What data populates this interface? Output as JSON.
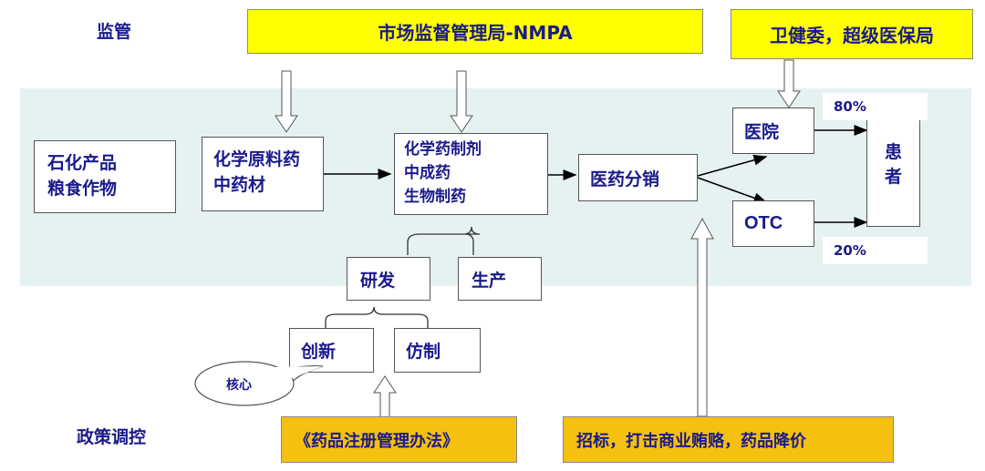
{
  "labels": {
    "regulation": "监管",
    "policy": "政策调控"
  },
  "top": {
    "nmpa": "市场监督管理局-NMPA",
    "nhc": "卫健委，超级医保局"
  },
  "flow": {
    "raw": [
      "石化产品",
      "粮食作物"
    ],
    "api": [
      "化学原料药",
      "中药材"
    ],
    "drugs": [
      "化学药制剂",
      "中成药",
      "生物制药"
    ],
    "distribution": "医药分销",
    "hospital": "医院",
    "otc": "OTC",
    "patient": [
      "患",
      "者"
    ],
    "pct_hospital": "80%",
    "pct_otc": "20%"
  },
  "rd": {
    "rd": "研发",
    "production": "生产",
    "innovation": "创新",
    "generic": "仿制",
    "core": "核心"
  },
  "policy_boxes": {
    "registration": "《药品注册管理办法》",
    "tender": "招标，打击商业贿赂，药品降价"
  }
}
